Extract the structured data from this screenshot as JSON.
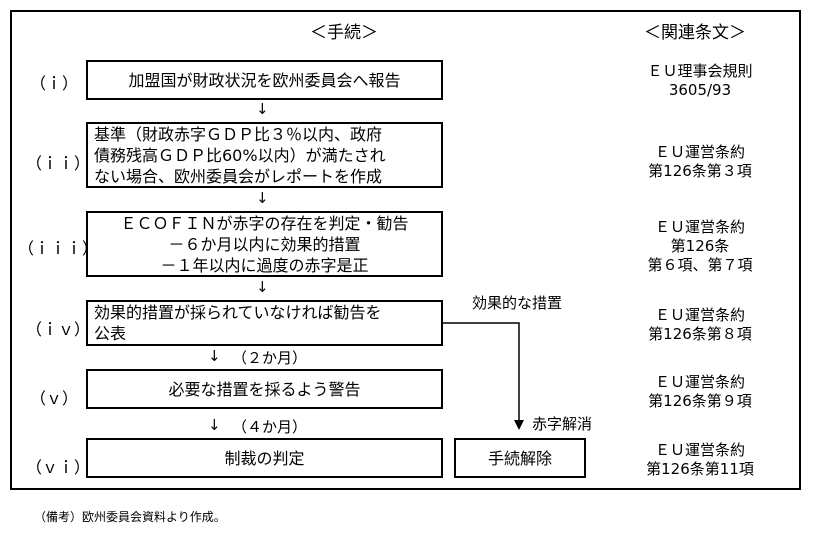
{
  "header": {
    "procedure": "＜手続＞",
    "articles": "＜関連条文＞"
  },
  "steps": [
    {
      "label": "（ｉ）",
      "lines": [
        "加盟国が財政状況を欧州委員会へ報告"
      ],
      "article": [
        "ＥＵ理事会規則",
        "3605/93"
      ]
    },
    {
      "label": "（ｉｉ）",
      "lines": [
        "基準（財政赤字ＧＤＰ比３％以内、政府",
        "債務残高ＧＤＰ比60%以内）が満たされ",
        "ない場合、欧州委員会がレポートを作成"
      ],
      "article": [
        "ＥＵ運営条約",
        "第126条第３項"
      ]
    },
    {
      "label": "（ｉｉｉ）",
      "lines": [
        "ＥＣＯＦＩＮが赤字の存在を判定・勧告",
        "－６か月以内に効果的措置",
        "－１年以内に過度の赤字是正"
      ],
      "article": [
        "ＥＵ運営条約",
        "第126条",
        "第６項、第７項"
      ]
    },
    {
      "label": "（ｉｖ）",
      "lines": [
        "効果的措置が採られていなければ勧告を",
        "公表"
      ],
      "article": [
        "ＥＵ運営条約",
        "第126条第８項"
      ]
    },
    {
      "label": "（ｖ）",
      "lines": [
        "必要な措置を採るよう警告"
      ],
      "article": [
        "ＥＵ運営条約",
        "第126条第９項"
      ]
    },
    {
      "label": "（ｖｉ）",
      "lines": [
        "制裁の判定"
      ],
      "article": [
        "ＥＵ運営条約",
        "第126条第11項"
      ]
    }
  ],
  "arrows": {
    "down": "↓",
    "two_months": "（２か月）",
    "four_months": "（４か月）"
  },
  "side": {
    "effective_measures": "効果的な措置",
    "deficit_resolved": "赤字解消",
    "procedure_release": "手続解除"
  },
  "note": "（備考）欧州委員会資料より作成。"
}
